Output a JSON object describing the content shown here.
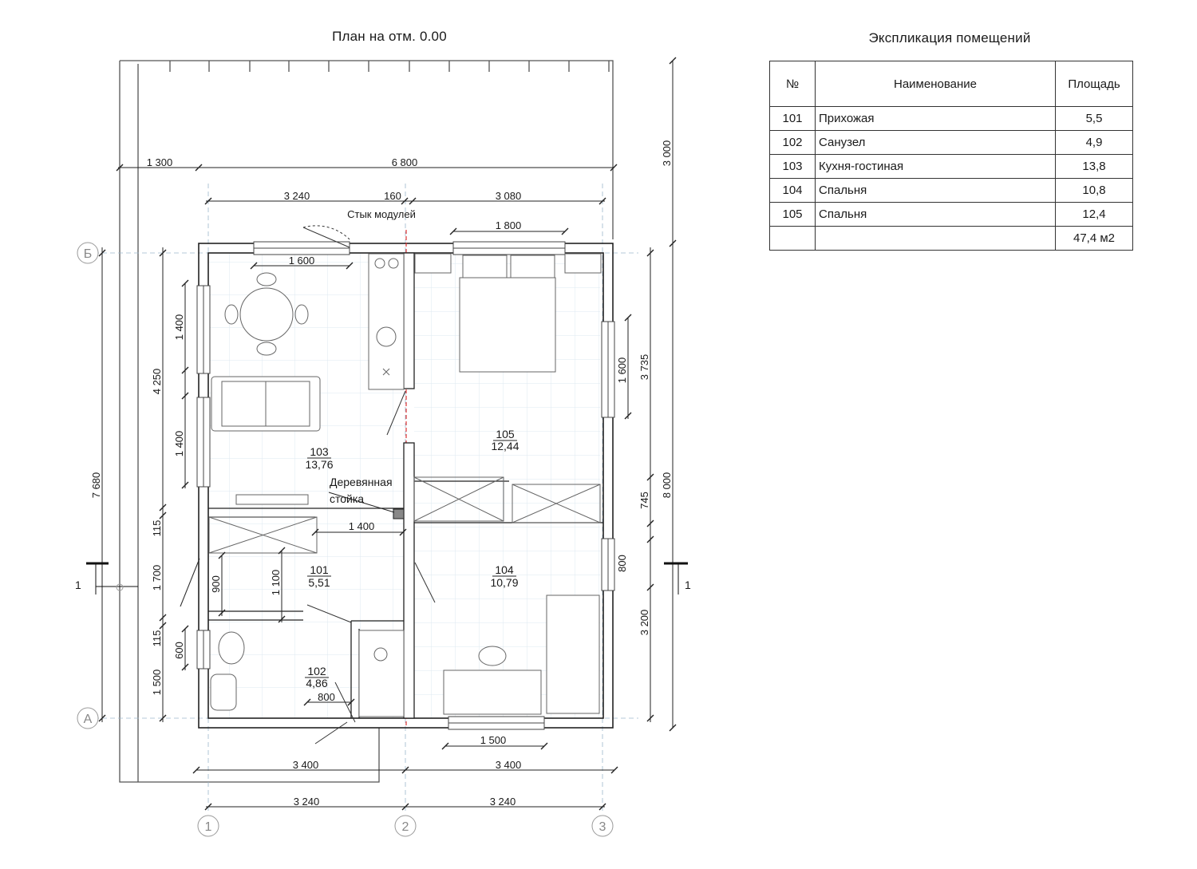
{
  "plan": {
    "title": "План на отм. 0.00",
    "dims": {
      "top_1300": "1 300",
      "top_6800": "6 800",
      "top_3240": "3 240",
      "top_160": "160",
      "top_3080": "3 080",
      "win_1800": "1 800",
      "joint_label": "Стык модулей",
      "w_1600": "1 600",
      "left_1400a": "1 400",
      "left_1400b": "1 400",
      "left_4250": "4 250",
      "left_7680": "7 680",
      "left_115a": "115",
      "left_1700": "1 700",
      "left_115b": "115",
      "left_600": "600",
      "left_1500": "1 500",
      "in_900": "900",
      "in_1100": "1 100",
      "in_1400": "1 400",
      "in_800": "800",
      "right_1600": "1 600",
      "right_3735": "3 735",
      "right_745": "745",
      "right_800": "800",
      "right_3200": "3 200",
      "right_3000": "3 000",
      "right_8000": "8 000",
      "bot_1500": "1 500",
      "bot_3400a": "3 400",
      "bot_3400b": "3 400",
      "bot_3240a": "3 240",
      "bot_3240b": "3 240"
    },
    "wood_post_line1": "Деревянная",
    "wood_post_line2": "стойка",
    "axes": {
      "b": "Б",
      "a": "А",
      "one": "1",
      "two": "2",
      "three": "3"
    },
    "section_mark": "1",
    "rooms": [
      {
        "no": "103",
        "area": "13,76"
      },
      {
        "no": "105",
        "area": "12,44"
      },
      {
        "no": "101",
        "area": "5,51"
      },
      {
        "no": "104",
        "area": "10,79"
      },
      {
        "no": "102",
        "area": "4,86"
      }
    ]
  },
  "explication": {
    "title": "Экспликация помещений",
    "headers": {
      "no": "№",
      "name": "Наименование",
      "area": "Площадь"
    },
    "rows": [
      {
        "no": "101",
        "name": "Прихожая",
        "area": "5,5"
      },
      {
        "no": "102",
        "name": "Санузел",
        "area": "4,9"
      },
      {
        "no": "103",
        "name": "Кухня-гостиная",
        "area": "13,8"
      },
      {
        "no": "104",
        "name": "Спальня",
        "area": "10,8"
      },
      {
        "no": "105",
        "name": "Спальня",
        "area": "12,4"
      }
    ],
    "total": "47,4 м2"
  }
}
